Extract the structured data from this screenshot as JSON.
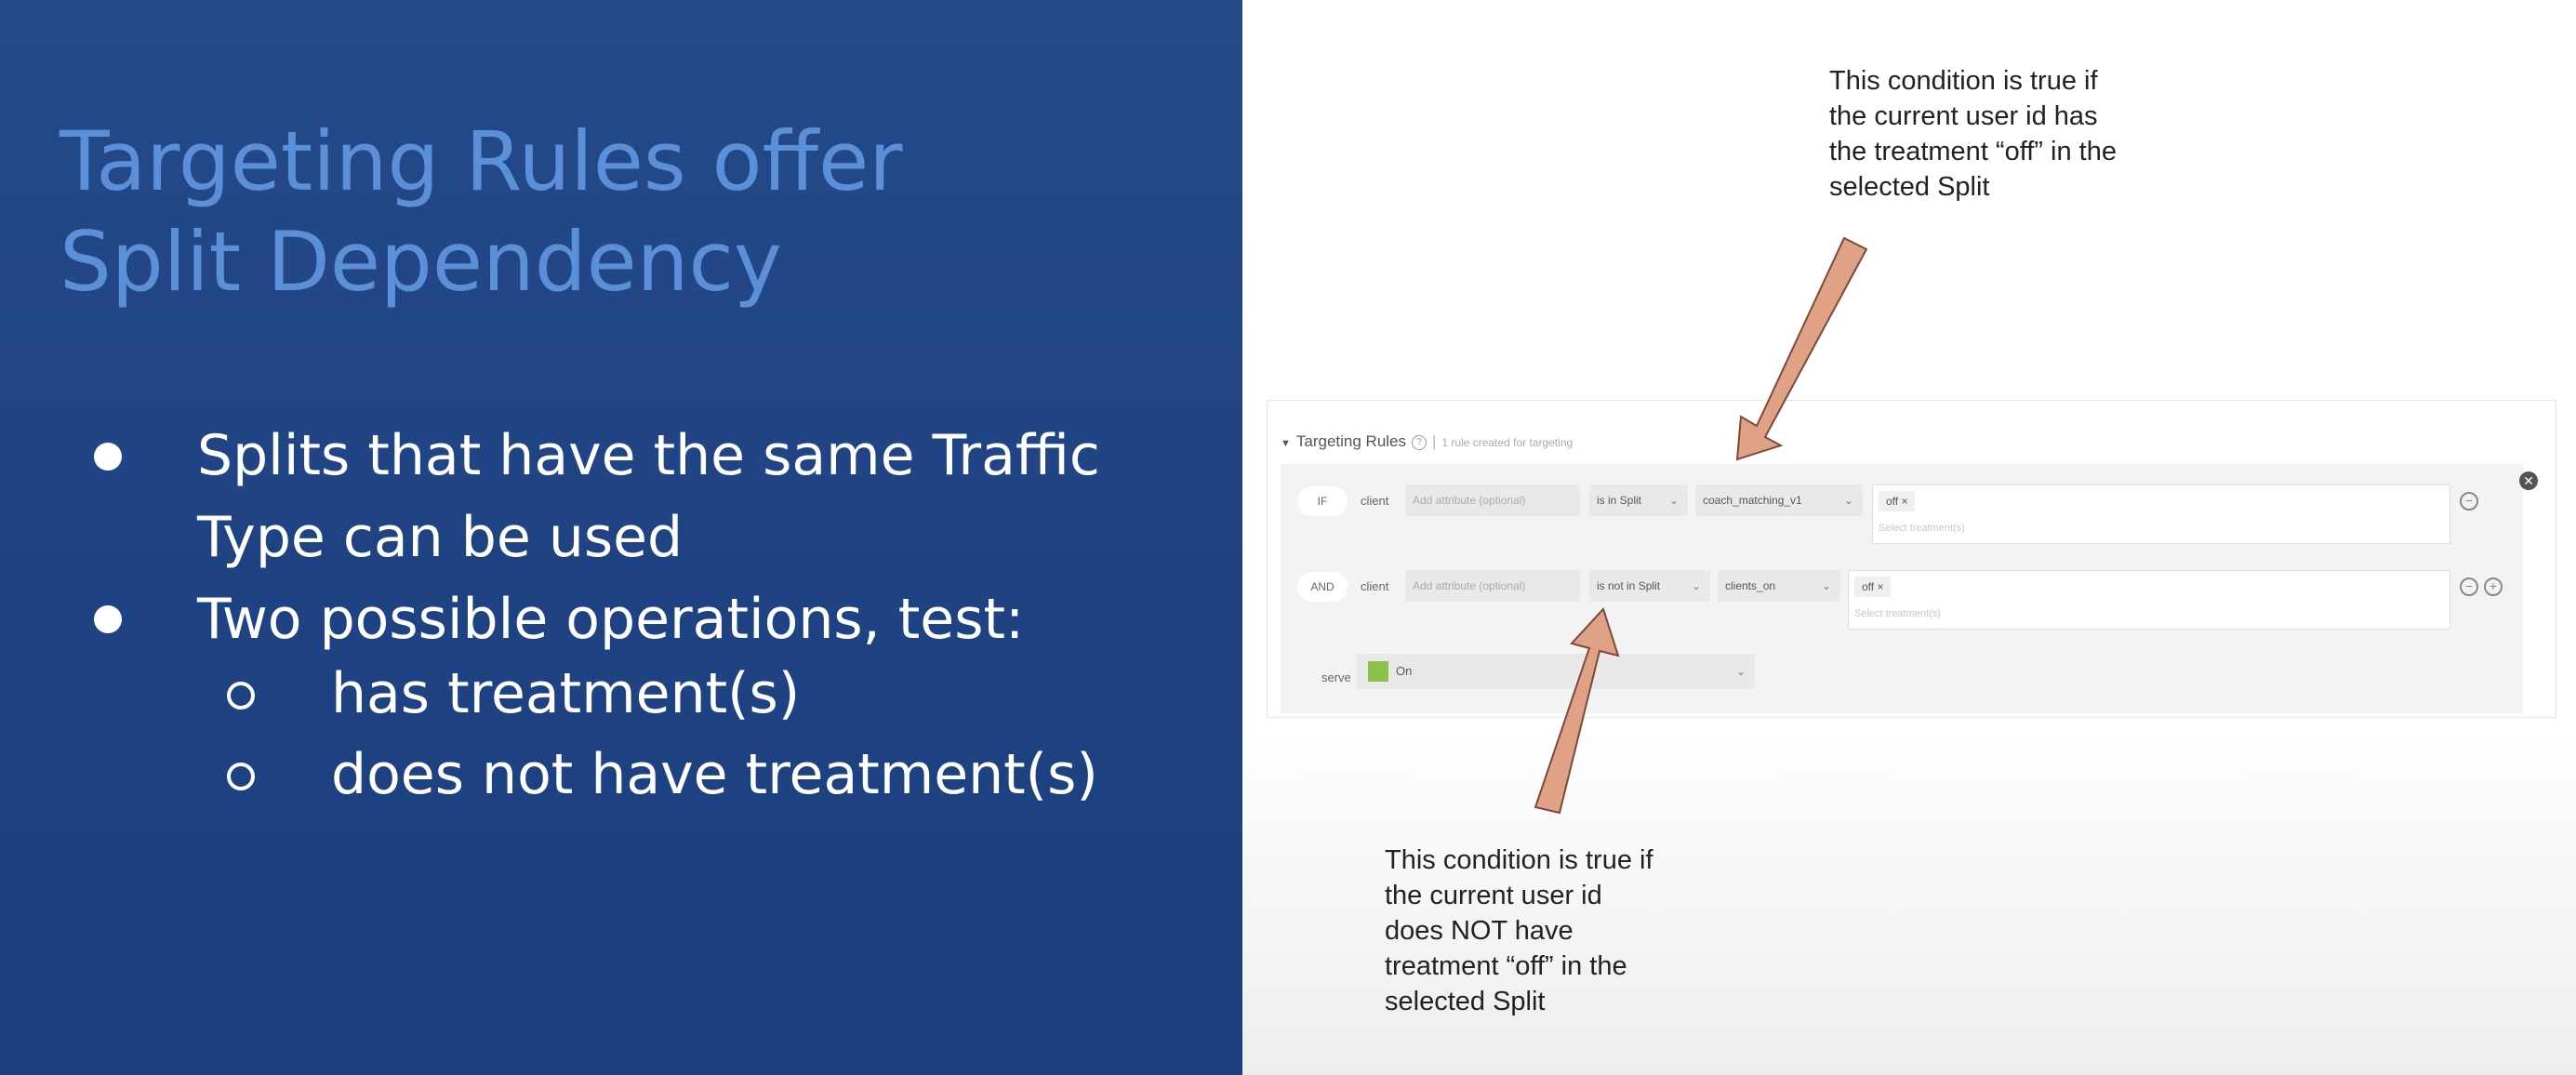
{
  "slide": {
    "title_line1": "Targeting Rules offer",
    "title_line2": "Split Dependency",
    "bullet1": "Splits that have the same Traffic Type can be used",
    "bullet2": "Two possible operations, test:",
    "sub1": "has treatment(s)",
    "sub2": "does not have treatment(s)"
  },
  "notes": {
    "top": [
      "This condition is true if",
      "the current user id has",
      "the treatment “off” in the",
      "selected Split"
    ],
    "bottom": [
      "This condition is true if",
      "the current user id",
      "does NOT have",
      "treatment “off” in the",
      "selected Split"
    ]
  },
  "targeting": {
    "header": "Targeting Rules",
    "subheader": "1 rule created for targeting",
    "rows": [
      {
        "pill": "IF",
        "label": "client",
        "attribute_placeholder": "Add attribute (optional)",
        "operator": "is in Split",
        "split": "coach_matching_v1",
        "tag": "off",
        "tag_placeholder": "Select treatment(s)"
      },
      {
        "pill": "AND",
        "label": "client",
        "attribute_placeholder": "Add attribute (optional)",
        "operator": "is not in Split",
        "split": "clients_on",
        "tag": "off",
        "tag_placeholder": "Select treatment(s)"
      }
    ],
    "serve_label": "serve",
    "serve_value": "On",
    "colors": {
      "serve_swatch": "#8bc34a",
      "arrow": "#e0a287",
      "slide_bg": "#1f4282",
      "title": "#5b8fd8"
    },
    "icons": [
      "help-icon",
      "close-icon",
      "remove-condition-icon",
      "add-condition-icon",
      "chevron-down-icon"
    ]
  }
}
